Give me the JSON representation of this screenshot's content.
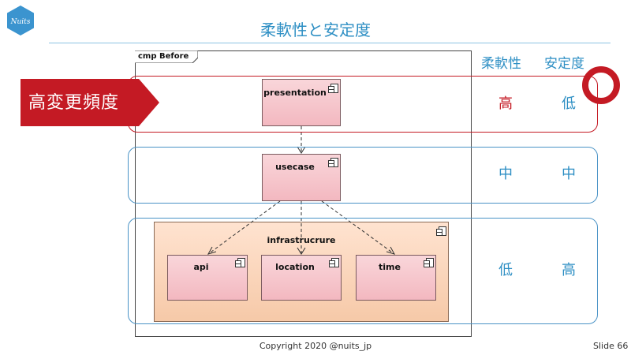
{
  "slide": {
    "title": "柔軟性と安定度",
    "copyright": "Copyright 2020 @nuits_jp",
    "slide_number": "Slide 66",
    "logo_text": "Nuits"
  },
  "diagram": {
    "frame_label": "cmp Before",
    "components": {
      "presentation": "presentation",
      "usecase": "usecase",
      "infrastructure": "infrastrucrure",
      "api": "api",
      "location": "location",
      "time": "time"
    }
  },
  "callout": {
    "label": "高変更頻度"
  },
  "table": {
    "headers": {
      "flexibility": "柔軟性",
      "stability": "安定度"
    },
    "rows": [
      {
        "flexibility": "高",
        "stability": "低"
      },
      {
        "flexibility": "中",
        "stability": "中"
      },
      {
        "flexibility": "低",
        "stability": "高"
      }
    ]
  },
  "colors": {
    "accent": "#2e8fc4",
    "emphasis": "#c41a24"
  }
}
